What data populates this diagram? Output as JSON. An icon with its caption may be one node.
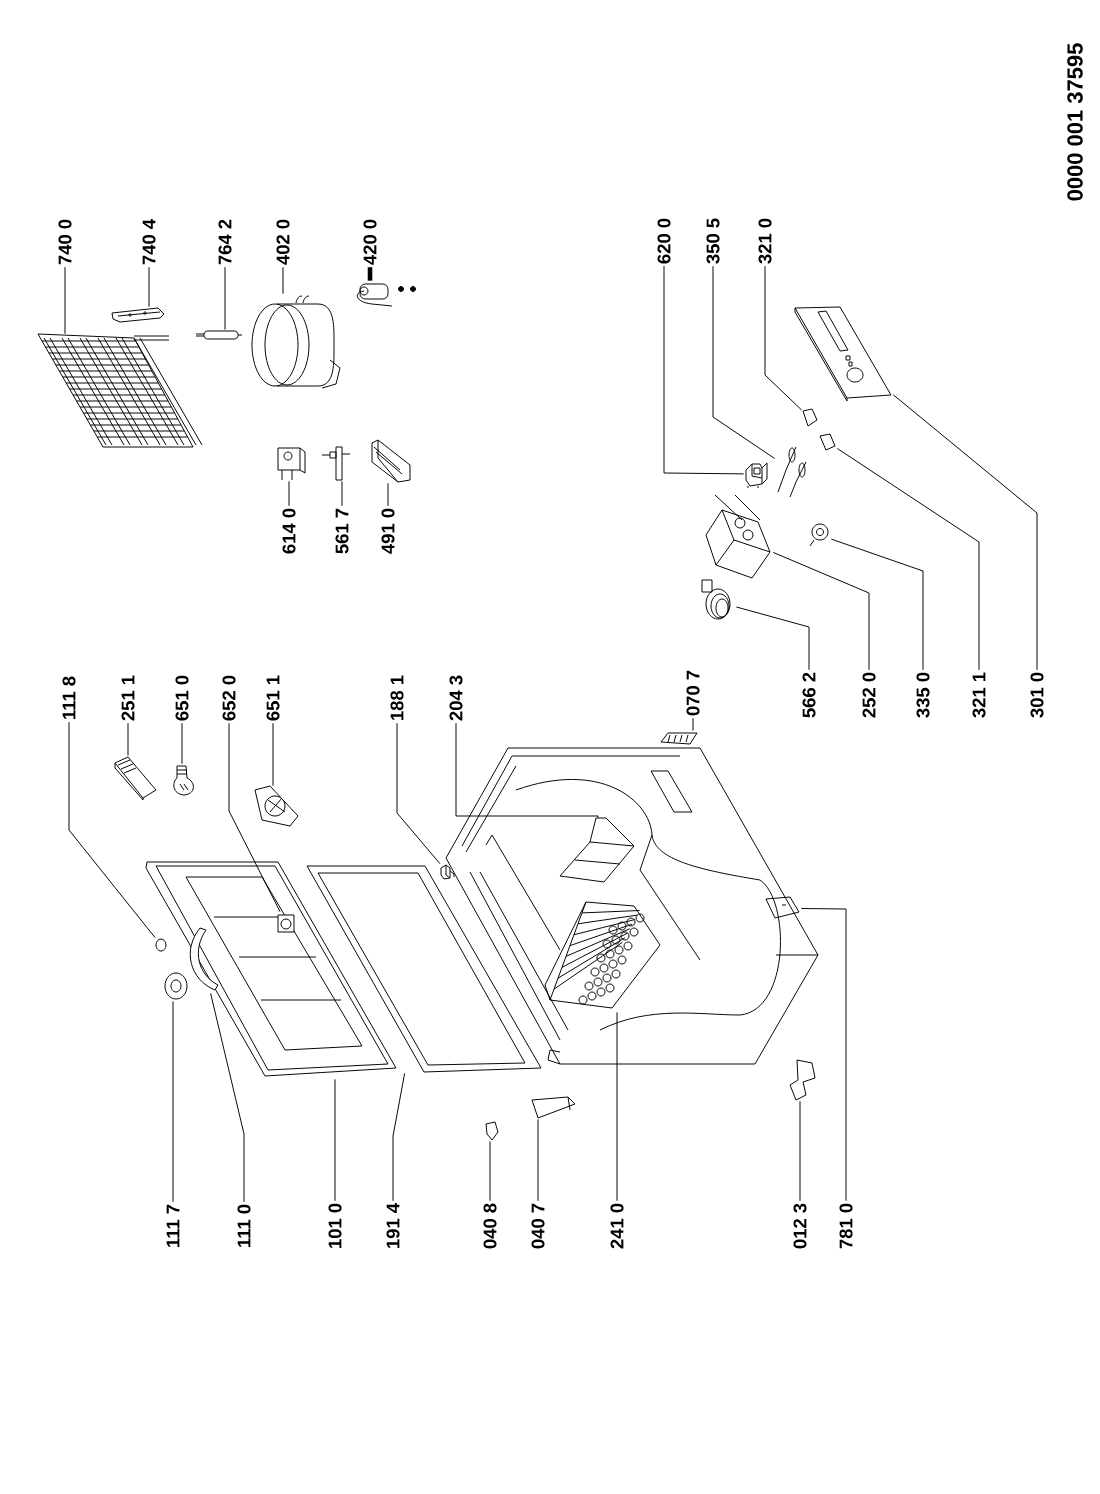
{
  "diagram": {
    "nodes": [
      {
        "text": [
          "740 0"
        ]
      },
      {
        "text": [
          "740 4"
        ]
      },
      {
        "text": [
          "764 2"
        ]
      },
      {
        "text": [
          "402 0"
        ]
      },
      {
        "text": [
          "420 0"
        ]
      },
      {
        "text": [
          "614 0"
        ]
      },
      {
        "text": [
          "561 7"
        ]
      },
      {
        "text": [
          "491 0"
        ]
      },
      {
        "text": [
          "111 8"
        ]
      },
      {
        "text": [
          "251 1"
        ]
      },
      {
        "text": [
          "651 0"
        ]
      },
      {
        "text": [
          "652 0"
        ]
      },
      {
        "text": [
          "651 1"
        ]
      },
      {
        "text": [
          "188 1"
        ]
      },
      {
        "text": [
          "204 3"
        ]
      },
      {
        "text": [
          "070 7"
        ]
      },
      {
        "text": [
          "620 0"
        ]
      },
      {
        "text": [
          "350 5"
        ]
      },
      {
        "text": [
          "321 0"
        ]
      },
      {
        "text": [
          "566 2"
        ]
      },
      {
        "text": [
          "252 0"
        ]
      },
      {
        "text": [
          "335 0"
        ]
      },
      {
        "text": [
          "321 1"
        ]
      },
      {
        "text": [
          "301 0"
        ]
      },
      {
        "text": [
          "111 7"
        ]
      },
      {
        "text": [
          "111 0"
        ]
      },
      {
        "text": [
          "101 0"
        ]
      },
      {
        "text": [
          "191 4"
        ]
      },
      {
        "text": [
          "040 8"
        ]
      },
      {
        "text": [
          "040 7"
        ]
      },
      {
        "text": [
          "241 0"
        ]
      },
      {
        "text": [
          "012 3"
        ]
      },
      {
        "text": [
          "781 0"
        ]
      },
      {
        "text": [],
        "shape": "picture"
      },
      {
        "text": [],
        "shape": "picture"
      },
      {
        "text": [],
        "shape": "picture"
      },
      {
        "text": [],
        "shape": "picture"
      },
      {
        "text": [],
        "shape": "picture"
      },
      {
        "text": [],
        "shape": "picture"
      },
      {
        "text": [],
        "shape": "picture"
      },
      {
        "text": [],
        "shape": "picture"
      },
      {
        "text": [],
        "shape": "picture"
      },
      {
        "text": [],
        "shape": "picture"
      },
      {
        "text": [],
        "shape": "picture"
      },
      {
        "text": [],
        "shape": "picture"
      },
      {
        "text": [],
        "shape": "picture",
        "in": 33
      },
      {
        "text": [],
        "shape": "picture"
      },
      {
        "text": [],
        "shape": "picture"
      },
      {
        "text": [],
        "shape": "picture"
      },
      {
        "text": [],
        "shape": "picture"
      },
      {
        "text": [],
        "shape": "picture"
      },
      {
        "text": [],
        "shape": "picture"
      },
      {
        "text": [],
        "shape": "picture"
      },
      {
        "text": [],
        "shape": "picture"
      },
      {
        "text": [],
        "shape": "picture"
      },
      {
        "text": [],
        "shape": "picture"
      },
      {
        "text": [],
        "shape": "picture"
      },
      {
        "text": [],
        "shape": "picture"
      },
      {
        "text": [],
        "shape": "picture"
      },
      {
        "text": [],
        "shape": "picture",
        "in": 33
      },
      {
        "text": [],
        "shape": "picture"
      },
      {
        "text": [],
        "shape": "picture"
      },
      {
        "text": [],
        "shape": "picture"
      },
      {
        "text": [],
        "shape": "picture"
      },
      {
        "text": [],
        "shape": "picture"
      },
      {
        "text": [],
        "shape": "picture"
      }
    ],
    "edges": [
      {
        "from": 0,
        "to": 34,
        "arrow": "none"
      },
      {
        "from": 1,
        "to": 35,
        "arrow": "none"
      },
      {
        "from": 2,
        "to": 36,
        "arrow": "none"
      },
      {
        "from": 3,
        "to": 37,
        "arrow": "none"
      },
      {
        "from": 4,
        "to": 38,
        "arrow": "none",
        "style": "thick"
      },
      {
        "from": 5,
        "to": 39,
        "arrow": "none"
      },
      {
        "from": 6,
        "to": 40,
        "arrow": "none"
      },
      {
        "from": 7,
        "to": 41,
        "arrow": "none"
      },
      {
        "from": 8,
        "to": 42,
        "arrow": "none"
      },
      {
        "from": 9,
        "to": 43,
        "arrow": "none"
      },
      {
        "from": 10,
        "to": 44,
        "arrow": "none"
      },
      {
        "from": 11,
        "to": 45,
        "arrow": "none"
      },
      {
        "from": 12,
        "to": 46,
        "arrow": "none"
      },
      {
        "from": 13,
        "to": 47,
        "arrow": "none"
      },
      {
        "from": 14,
        "to": 48,
        "arrow": "none"
      },
      {
        "from": 15,
        "to": 49,
        "arrow": "none"
      },
      {
        "from": 16,
        "to": 50,
        "arrow": "none"
      },
      {
        "from": 17,
        "to": 51,
        "arrow": "none"
      },
      {
        "from": 18,
        "to": 52,
        "arrow": "none"
      },
      {
        "from": 19,
        "to": 53,
        "arrow": "none"
      },
      {
        "from": 20,
        "to": 54,
        "arrow": "none"
      },
      {
        "from": 21,
        "to": 55,
        "arrow": "none"
      },
      {
        "from": 22,
        "to": 56,
        "arrow": "none"
      },
      {
        "from": 23,
        "to": 57,
        "arrow": "none"
      },
      {
        "from": 24,
        "to": 58,
        "arrow": "none"
      },
      {
        "from": 25,
        "to": 59,
        "arrow": "none"
      },
      {
        "from": 26,
        "to": 33,
        "arrow": "none"
      },
      {
        "from": 27,
        "to": 60,
        "arrow": "none"
      },
      {
        "from": 28,
        "to": 61,
        "arrow": "none"
      },
      {
        "from": 29,
        "to": 62,
        "arrow": "none"
      },
      {
        "from": 30,
        "to": 63,
        "arrow": "none"
      },
      {
        "from": 31,
        "to": 64,
        "arrow": "none"
      },
      {
        "from": 32,
        "to": 65,
        "arrow": "none"
      }
    ],
    "labels": [
      "0000 001 37595"
    ]
  }
}
